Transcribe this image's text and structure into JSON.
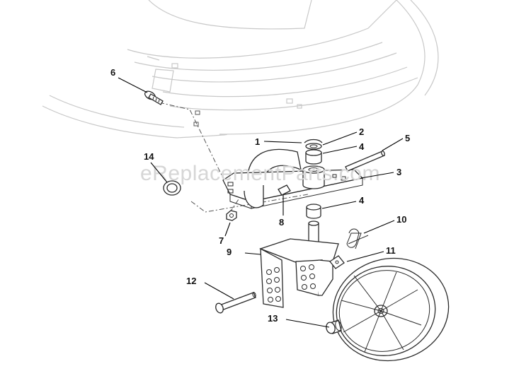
{
  "watermark": "eReplacementParts.com",
  "callouts": [
    "1",
    "2",
    "3",
    "4",
    "4",
    "5",
    "6",
    "7",
    "8",
    "9",
    "10",
    "11",
    "12",
    "13",
    "14"
  ]
}
